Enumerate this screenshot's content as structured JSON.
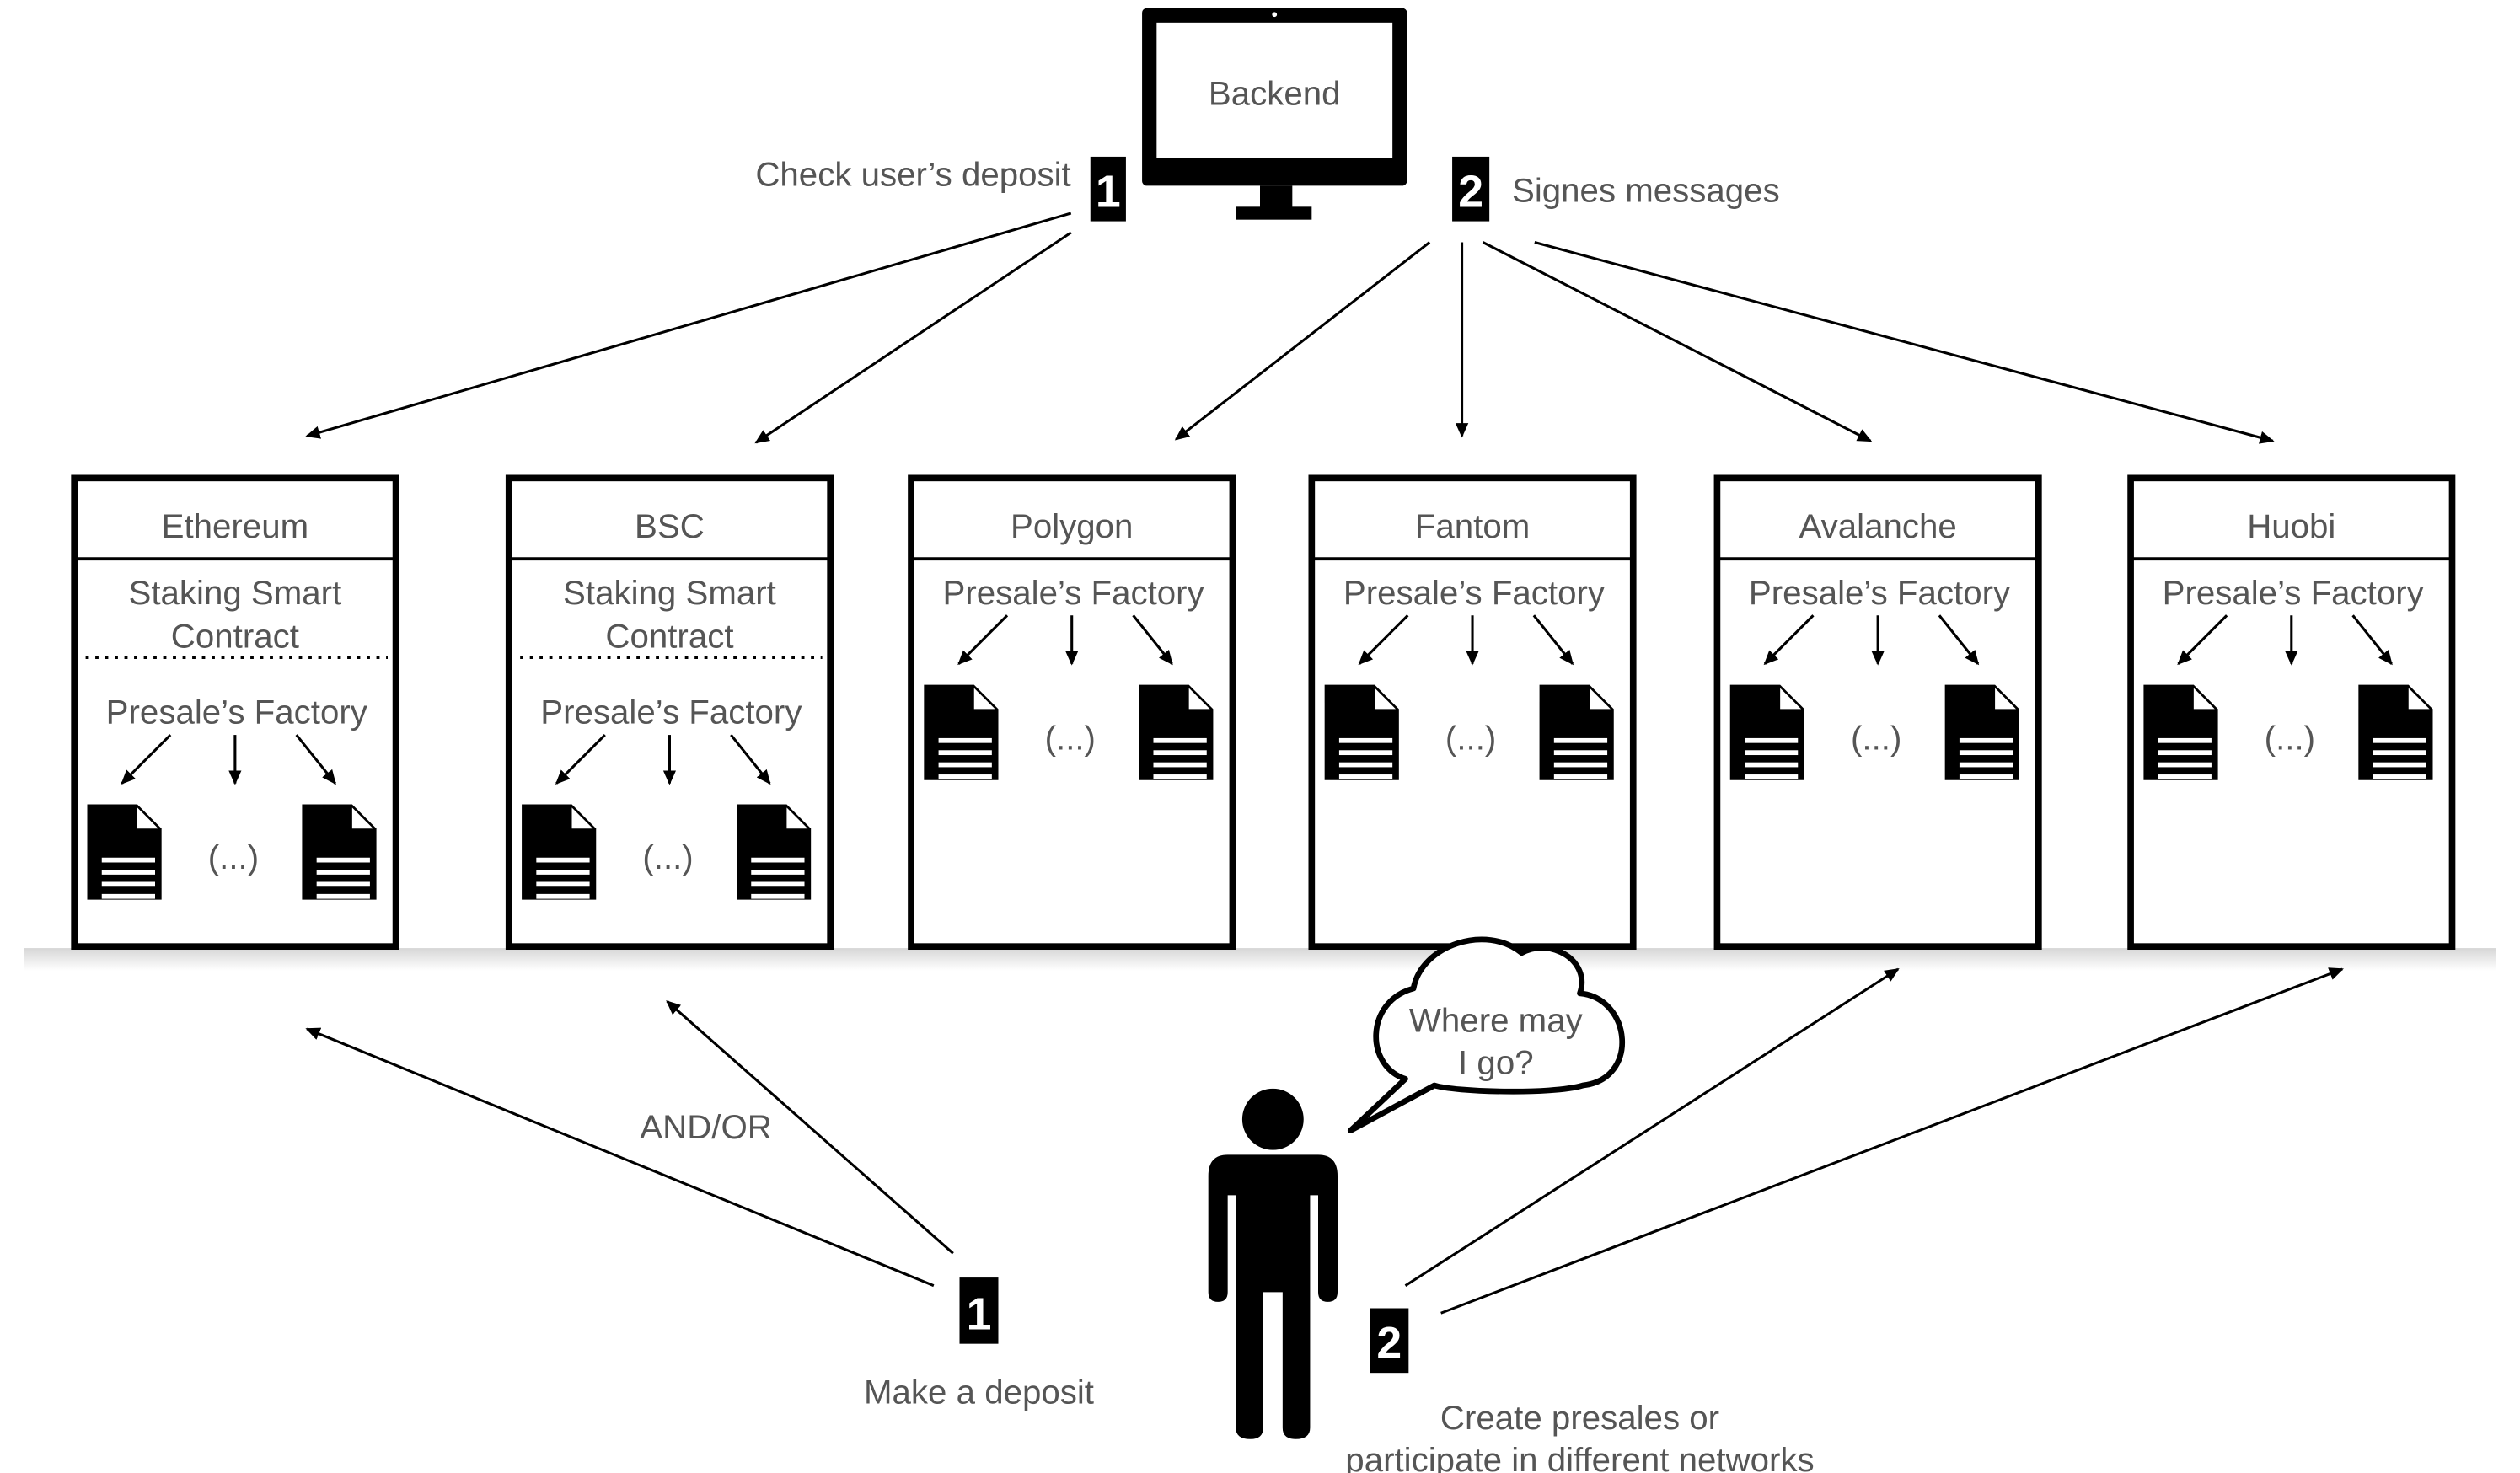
{
  "backend": {
    "label": "Backend"
  },
  "steps_backend": [
    {
      "number": "1",
      "label": "Check user’s deposit"
    },
    {
      "number": "2",
      "label": "Signes messages"
    }
  ],
  "networks": [
    {
      "name": "Ethereum",
      "staking": [
        "Staking Smart",
        "Contract"
      ],
      "factory": "Presale’s Factory",
      "ellipsis": "(...)"
    },
    {
      "name": "BSC",
      "staking": [
        "Staking Smart",
        "Contract"
      ],
      "factory": "Presale’s Factory",
      "ellipsis": "(...)"
    },
    {
      "name": "Polygon",
      "factory": "Presale’s Factory",
      "ellipsis": "(...)"
    },
    {
      "name": "Fantom",
      "factory": "Presale’s Factory",
      "ellipsis": "(...)"
    },
    {
      "name": "Avalanche",
      "factory": "Presale’s Factory",
      "ellipsis": "(...)"
    },
    {
      "name": "Huobi",
      "factory": "Presale’s Factory",
      "ellipsis": "(...)"
    }
  ],
  "user": {
    "thought": [
      "Where may",
      "I go?"
    ],
    "and_or": "AND/OR",
    "steps": [
      {
        "number": "1",
        "label": "Make a deposit"
      },
      {
        "number": "2",
        "label": [
          "Create presales or",
          "participate in different networks"
        ]
      }
    ]
  }
}
